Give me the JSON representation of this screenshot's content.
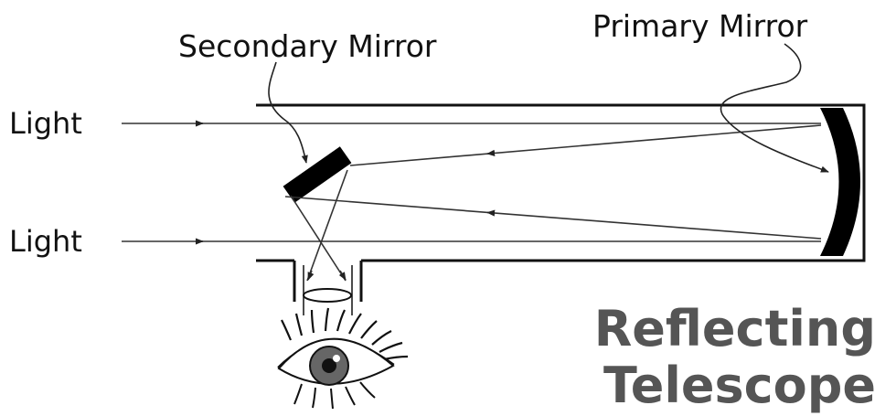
{
  "labels": {
    "secondary_mirror": "Secondary Mirror",
    "primary_mirror": "Primary Mirror",
    "light_top": "Light",
    "light_bottom": "Light"
  },
  "title": {
    "line1": "Reflecting",
    "line2": "Telescope"
  },
  "colors": {
    "ink": "#111111",
    "title": "#555555",
    "background": "#ffffff"
  }
}
